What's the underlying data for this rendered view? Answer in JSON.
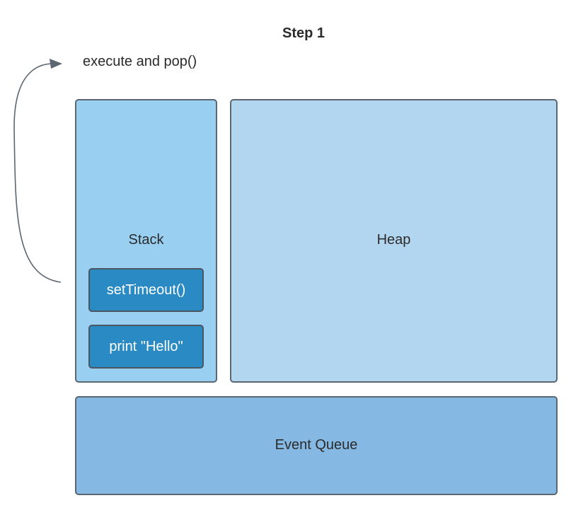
{
  "title": "Step 1",
  "arrow": {
    "label": "execute and pop()"
  },
  "stack": {
    "label": "Stack",
    "frames": [
      "setTimeout()",
      "print \"Hello\""
    ]
  },
  "heap": {
    "label": "Heap"
  },
  "event_queue": {
    "label": "Event Queue"
  },
  "colors": {
    "stack_fill": "#99d0f2",
    "heap_fill": "#b3d6f0",
    "queue_fill": "#85b9e3",
    "frame_fill": "#2a8ac4",
    "border": "#5b6670",
    "arrow": "#5b6670"
  }
}
